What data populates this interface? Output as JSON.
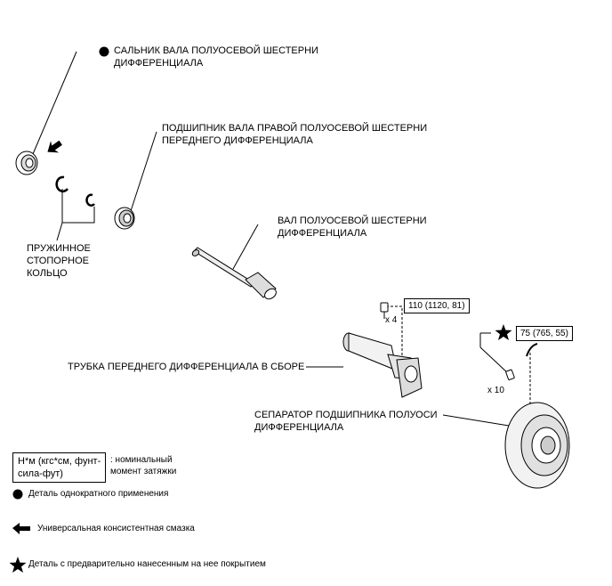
{
  "labels": {
    "oil_seal": "САЛЬНИК ВАЛА ПОЛУОСЕВОЙ ШЕСТЕРНИ\nДИФФЕРЕНЦИАЛА",
    "bearing": "ПОДШИПНИК ВАЛА ПРАВОЙ ПОЛУОСЕВОЙ ШЕСТЕРНИ\nПЕРЕДНЕГО ДИФФЕРЕНЦИАЛА",
    "shaft": "ВАЛ ПОЛУОСЕВОЙ ШЕСТЕРНИ\nДИФФЕРЕНЦИАЛА",
    "snap_ring": "ПРУЖИННОЕ\nСТОПОРНОЕ\nКОЛЬЦО",
    "tube": "ТРУБКА ПЕРЕДНЕГО ДИФФЕРЕНЦИАЛА В СБОРЕ",
    "retainer": "СЕПАРАТОР ПОДШИПНИКА ПОЛУОСИ\nДИФФЕРЕНЦИАЛА"
  },
  "torque": {
    "tube_bolts": "110 (1120, 81)",
    "tube_bolt_count": "x 4",
    "retainer_bolts": "75 (765, 55)",
    "retainer_bolt_count": "x 10"
  },
  "legend": {
    "unit_box": "Н*м (кгс*см, фунт-\nсила-фут)",
    "unit_desc": ": номинальный\nмомент затяжки",
    "non_reusable": "Деталь однократного применения",
    "grease": "Универсальная консистентная смазка",
    "precoated": "Деталь с предварительно нанесенным на нее покрытием"
  }
}
